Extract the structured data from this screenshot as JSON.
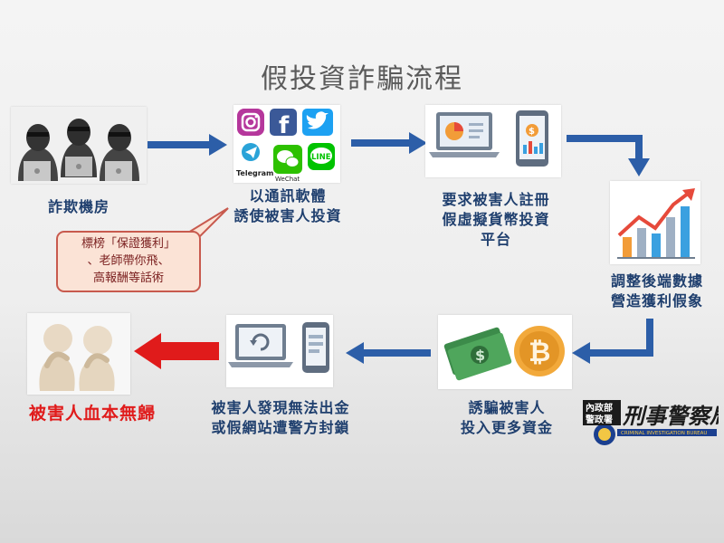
{
  "title": "假投資詐騙流程",
  "steps": {
    "fraud_room": "詐欺機房",
    "messaging": [
      "以通訊軟體",
      "誘使被害人投資"
    ],
    "register": [
      "要求被害人註冊",
      "假虛擬貨幣投資",
      "平台"
    ],
    "adjust": [
      "調整後端數據",
      "營造獲利假象"
    ],
    "lure": [
      "誘騙被害人",
      "投入更多資金"
    ],
    "discover": [
      "被害人發現無法出金",
      "或假網站遭警方封鎖"
    ],
    "loss": "被害人血本無歸"
  },
  "callout": [
    "標榜「保證獲利」",
    "、老師帶你飛、",
    "高報酬等話術"
  ],
  "app_icons": {
    "telegram": "Telegram",
    "wechat": "WeChat",
    "line": "LINE",
    "facebook": "f"
  },
  "bitcoin_symbol": "₿",
  "logo": {
    "org_line1": "內政部",
    "org_line2": "警政署",
    "name": "刑事警察局",
    "english": "CRIMINAL INVESTIGATION BUREAU"
  },
  "colors": {
    "arrow_blue": "#2c5ea8",
    "arrow_red": "#e01b1b",
    "label_blue": "#1f3f6e"
  }
}
